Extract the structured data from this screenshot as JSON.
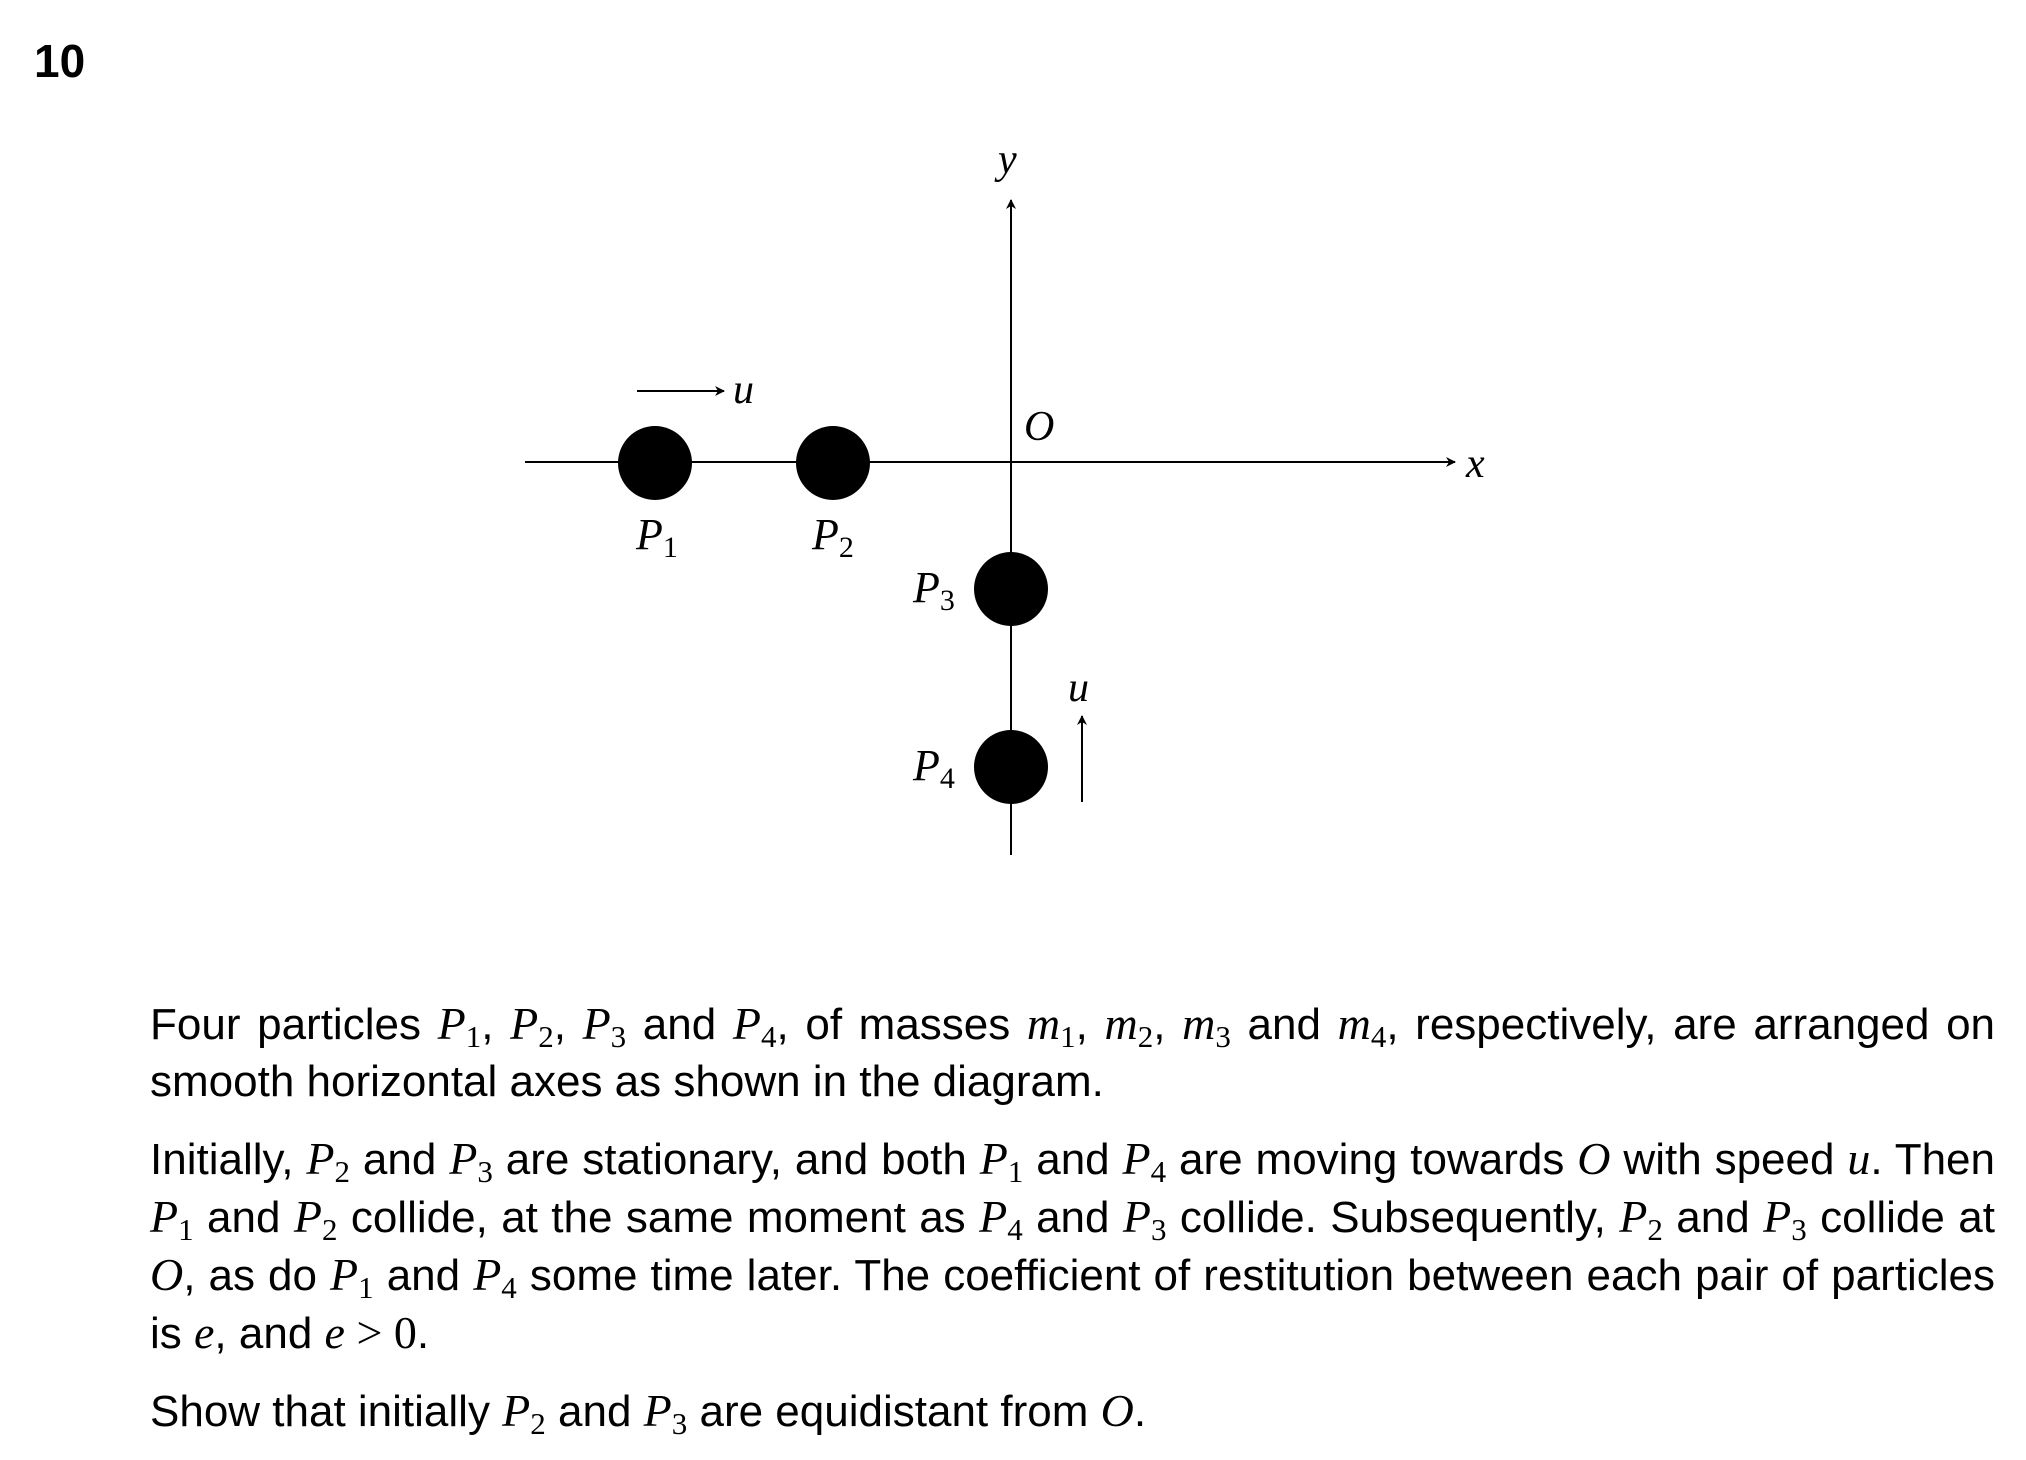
{
  "question": {
    "number": "10"
  },
  "diagram": {
    "axis_x_label": "x",
    "axis_y_label": "y",
    "origin_label": "O",
    "particles": [
      {
        "name": "P",
        "sub": "1"
      },
      {
        "name": "P",
        "sub": "2"
      },
      {
        "name": "P",
        "sub": "3"
      },
      {
        "name": "P",
        "sub": "4"
      }
    ],
    "speed_label_horizontal": "u",
    "speed_label_vertical": "u"
  },
  "text": {
    "para1": {
      "s1": "Four particles ",
      "p1": "P",
      "p1_sub": "1",
      "s2": ", ",
      "p2": "P",
      "p2_sub": "2",
      "s3": ", ",
      "p3": "P",
      "p3_sub": "3",
      "s4": " and ",
      "p4": "P",
      "p4_sub": "4",
      "s5": ", of masses ",
      "m1": "m",
      "m1_sub": "1",
      "s6": ", ",
      "m2": "m",
      "m2_sub": "2",
      "s7": ", ",
      "m3": "m",
      "m3_sub": "3",
      "s8": " and ",
      "m4": "m",
      "m4_sub": "4",
      "s9": ", respectively, are arranged on smooth horizontal axes as shown in the diagram."
    },
    "para2": {
      "s1": "Initially, ",
      "a": "P",
      "a_sub": "2",
      "s2": " and ",
      "b": "P",
      "b_sub": "3",
      "s3": " are stationary, and both ",
      "c": "P",
      "c_sub": "1",
      "s4": " and ",
      "d": "P",
      "d_sub": "4",
      "s5": " are moving towards ",
      "o1": "O",
      "s6": " with speed ",
      "u": "u",
      "s7": ". Then ",
      "e1": "P",
      "e1_sub": "1",
      "s8": " and ",
      "f": "P",
      "f_sub": "2",
      "s9": " collide, at the same moment as ",
      "g": "P",
      "g_sub": "4",
      "s10": " and ",
      "h": "P",
      "h_sub": "3",
      "s11": " collide. Subsequently, ",
      "i": "P",
      "i_sub": "2",
      "s12": " and ",
      "j": "P",
      "j_sub": "3",
      "s13": " collide at ",
      "o2": "O",
      "s14": ", as do ",
      "k": "P",
      "k_sub": "1",
      "s15": " and ",
      "l": "P",
      "l_sub": "4",
      "s16": " some time later. The coefficient of restitution between each pair of particles is ",
      "e_sym": "e",
      "s17": ", and ",
      "e_sym2": "e",
      "gt": " > ",
      "zero": "0",
      "s18": "."
    },
    "para3": {
      "s1": "Show that initially ",
      "a": "P",
      "a_sub": "2",
      "s2": " and ",
      "b": "P",
      "b_sub": "3",
      "s3": " are equidistant from ",
      "o": "O",
      "s4": "."
    }
  }
}
